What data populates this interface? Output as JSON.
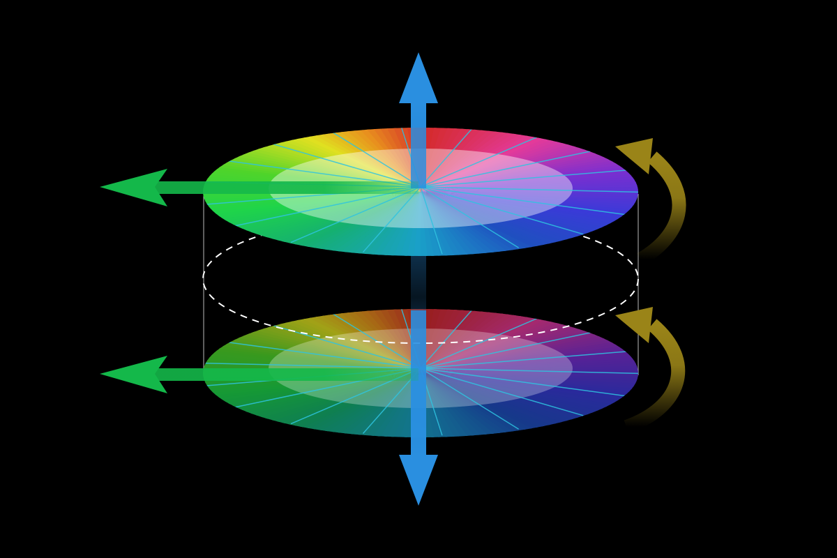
{
  "diagram": {
    "background": "#000000",
    "wheel_hues": [
      {
        "angle": 0,
        "color": "#d42a2a"
      },
      {
        "angle": 36,
        "color": "#e33a9a"
      },
      {
        "angle": 72,
        "color": "#7a2fd0"
      },
      {
        "angle": 108,
        "color": "#3a3ad8"
      },
      {
        "angle": 144,
        "color": "#1f4fc0"
      },
      {
        "angle": 180,
        "color": "#1aa0c8"
      },
      {
        "angle": 216,
        "color": "#15b070"
      },
      {
        "angle": 252,
        "color": "#1fd44a"
      },
      {
        "angle": 288,
        "color": "#4fd42a"
      },
      {
        "angle": 324,
        "color": "#e0e020"
      },
      {
        "angle": 342,
        "color": "#e8901e"
      }
    ],
    "spoke_count": 18,
    "spoke_color": "#2fc4e0",
    "inner_disc_color": "#ffffff",
    "vertical_axis_color": "#2a8fe0",
    "horizontal_arrow_color": "#14b84a",
    "rotation_arrow_color": "#9a8418",
    "dashed_ring_color": "#ffffff",
    "guide_line_color": "#bbbbbb",
    "icons": [
      "vertical-double-arrow-icon",
      "horizontal-arrow-icon",
      "curved-rotation-arrow-icon"
    ]
  }
}
